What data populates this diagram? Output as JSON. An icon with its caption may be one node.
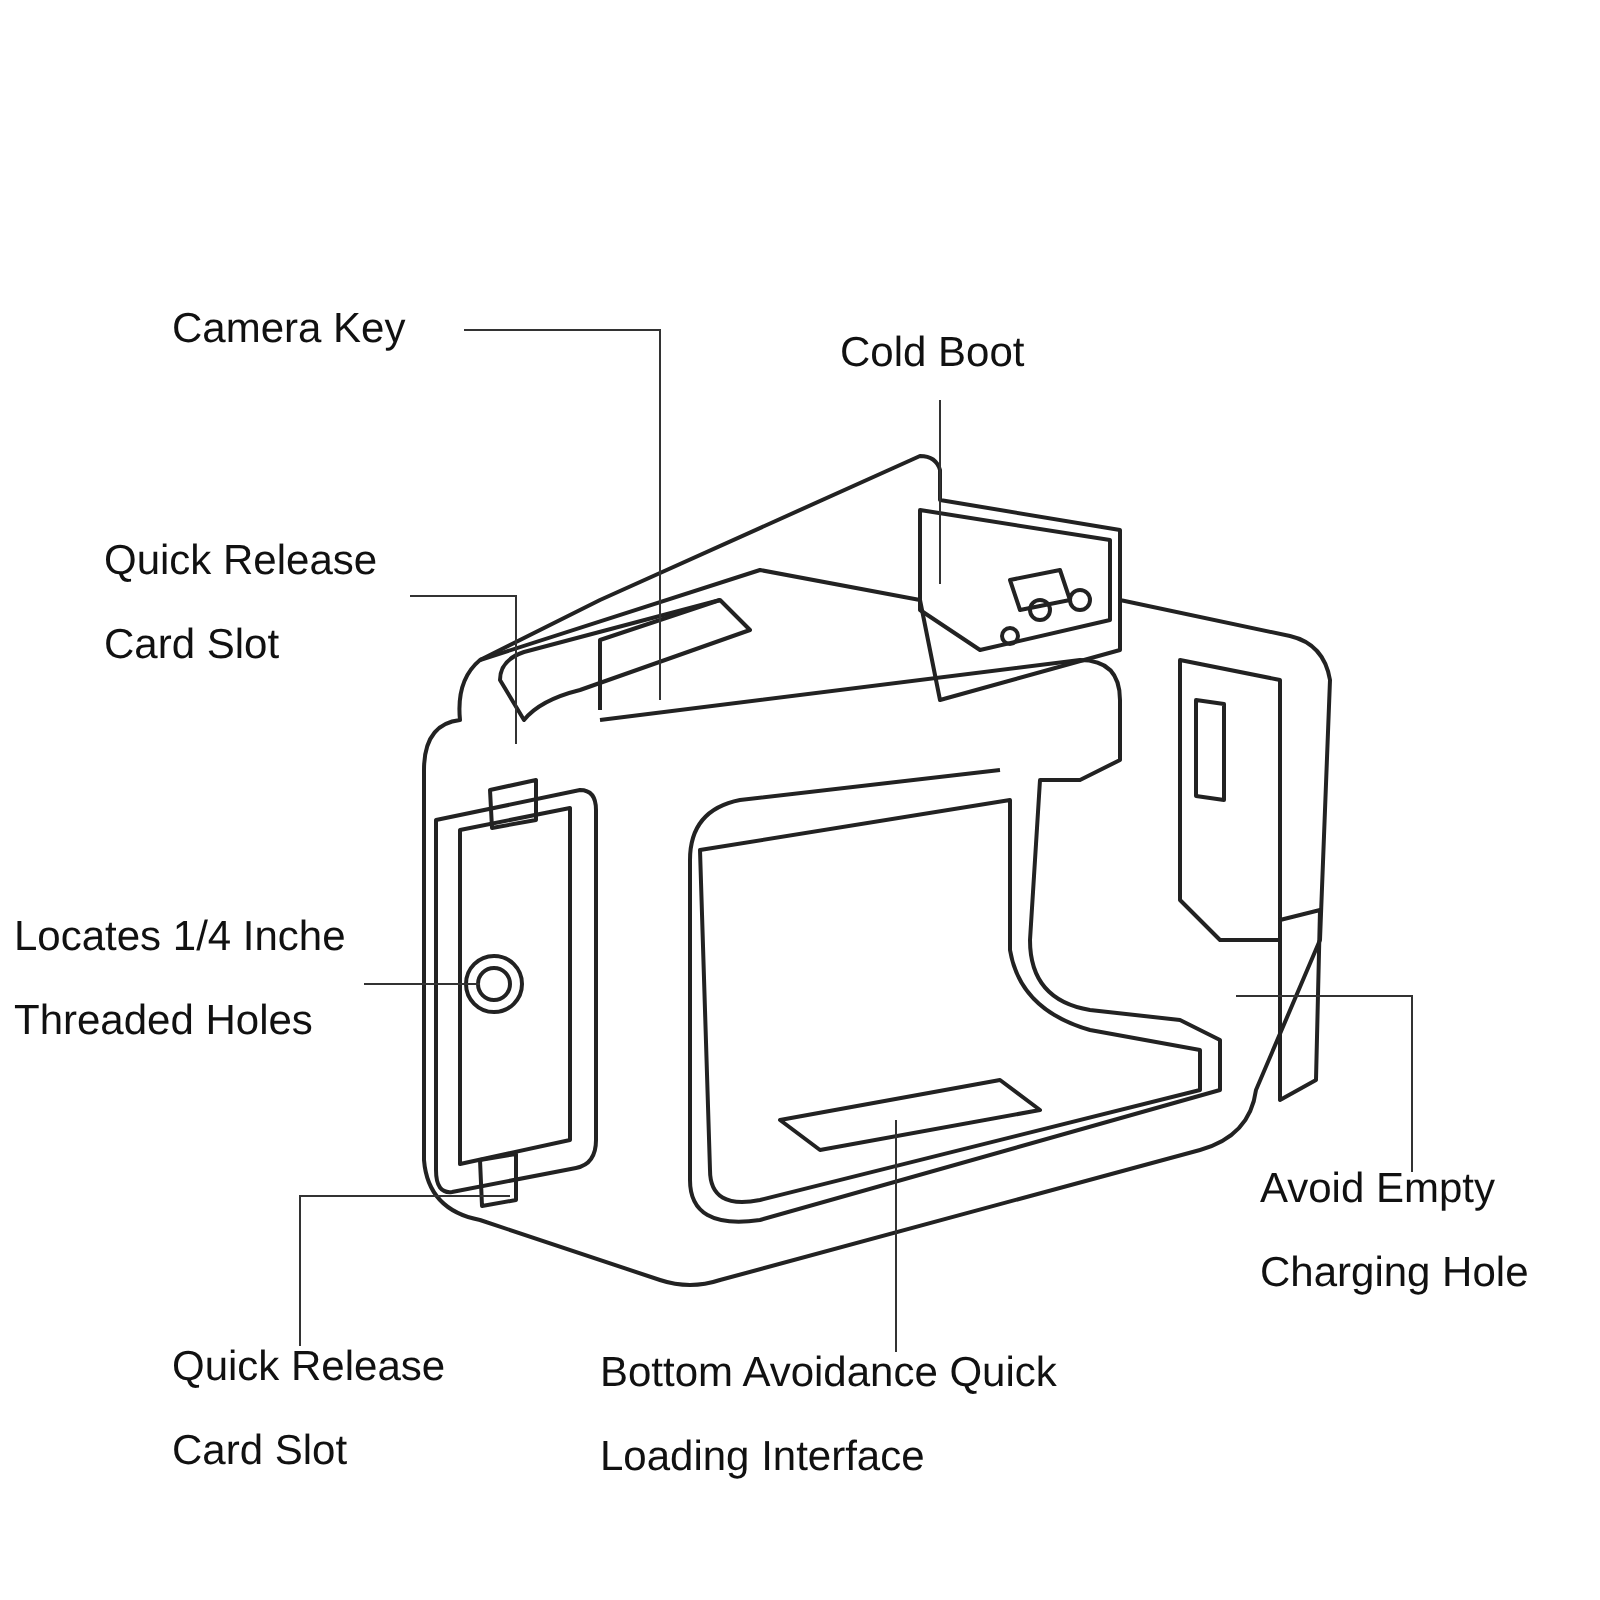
{
  "diagram": {
    "nodes": [
      {
        "text": [
          "Camera Key"
        ]
      },
      {
        "text": [
          "Cold Boot"
        ]
      },
      {
        "text": [
          "Quick Release Card Slot"
        ]
      },
      {
        "text": [
          "Locates 1/4 Inche Threaded Holes"
        ]
      },
      {
        "text": [
          "Avoid Empty Charging Hole"
        ]
      },
      {
        "text": [
          "Quick Release Card Slot"
        ]
      },
      {
        "text": [
          "Bottom Avoidance Quick Loading Interface"
        ]
      }
    ],
    "edges": [
      {
        "from": 0,
        "to": null,
        "arrow": "none"
      },
      {
        "from": 1,
        "to": null,
        "arrow": "none"
      },
      {
        "from": 2,
        "to": null,
        "arrow": "none"
      },
      {
        "from": 3,
        "to": null,
        "arrow": "none"
      },
      {
        "from": 4,
        "to": null,
        "arrow": "none"
      },
      {
        "from": 5,
        "to": null,
        "arrow": "none"
      },
      {
        "from": 6,
        "to": null,
        "arrow": "none"
      }
    ]
  }
}
